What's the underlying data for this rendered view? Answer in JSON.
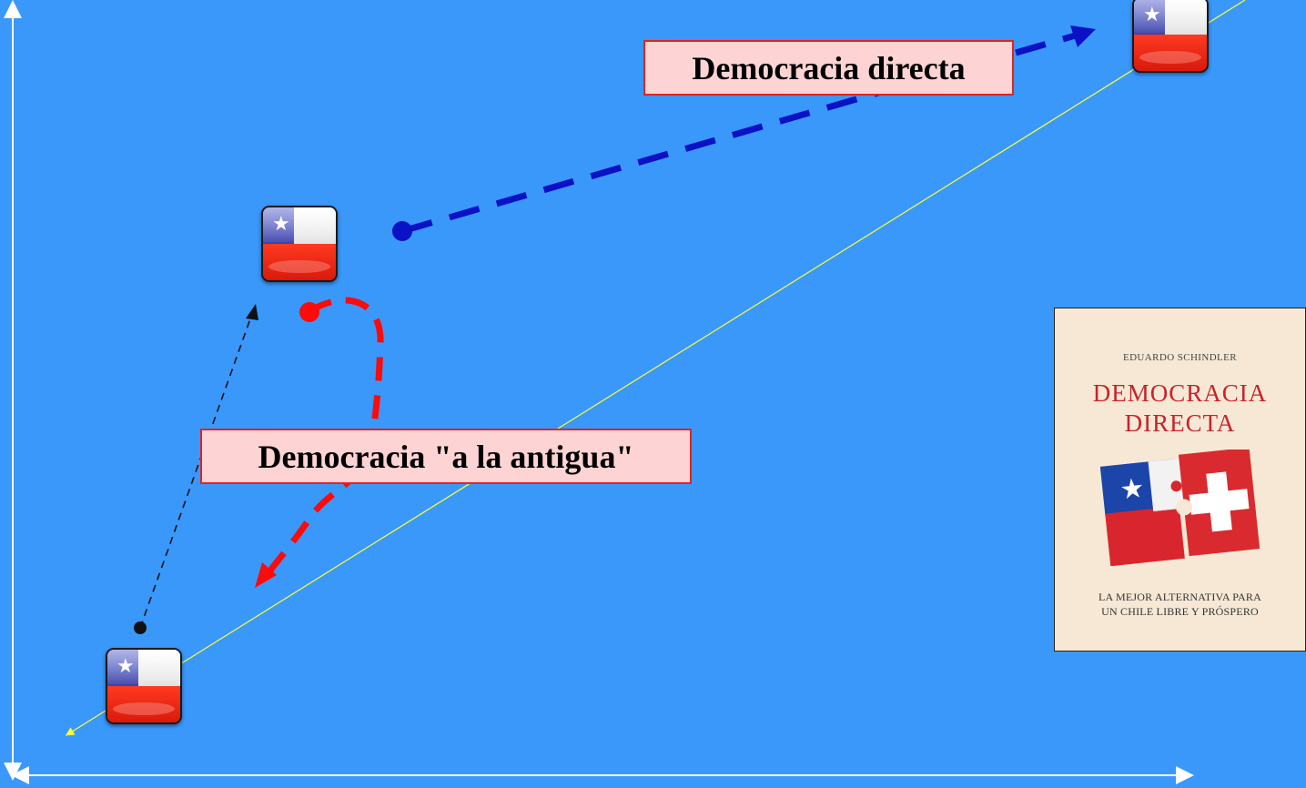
{
  "labels": {
    "directa": "Democracia directa",
    "antigua": "Democracia \"a la antigua\""
  },
  "book": {
    "author": "EDUARDO SCHINDLER",
    "title_line1": "DEMOCRACIA",
    "title_line2": "DIRECTA",
    "subtitle_line1": "LA MEJOR ALTERNATIVA PARA",
    "subtitle_line2": "UN CHILE LIBRE Y PRÓSPERO"
  },
  "colors": {
    "background": "#3a98fb",
    "axis": "#ffffff",
    "trend_line": "#ffff33",
    "direct_path": "#0b11c6",
    "old_path": "#ff0a0a",
    "black_path": "#111111",
    "label_fill": "#fdd3d3",
    "label_border": "#e02424"
  },
  "icons": {
    "flag": "chile-flag-icon",
    "book_image": "chile-switzerland-puzzle"
  }
}
